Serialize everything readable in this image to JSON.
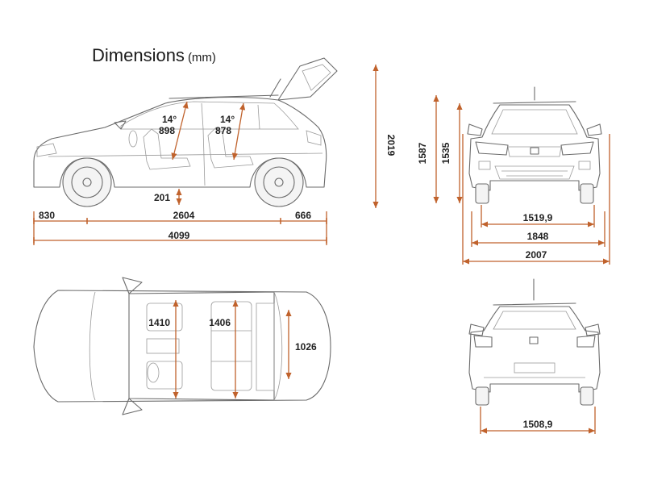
{
  "title": {
    "main": "Dimensions",
    "unit": "(mm)"
  },
  "colors": {
    "dimension_line": "#c0622c",
    "outline": "#6b6b6b",
    "text": "#222222"
  },
  "dimensions": {
    "front_overhang": "830",
    "wheelbase": "2604",
    "rear_overhang": "666",
    "overall_length": "4099",
    "ground_clearance": "201",
    "height_tailgate_open": "2019",
    "front_seatback_angle": "14°",
    "front_headroom": "898",
    "rear_seatback_angle": "14°",
    "rear_headroom": "878",
    "height_with_roof_bars": "1587",
    "height": "1535",
    "front_track": "1519,9",
    "width": "1848",
    "width_with_mirrors": "2007",
    "front_elbow_width": "1410",
    "rear_elbow_width": "1406",
    "boot_width": "1026",
    "rear_track": "1508,9"
  }
}
